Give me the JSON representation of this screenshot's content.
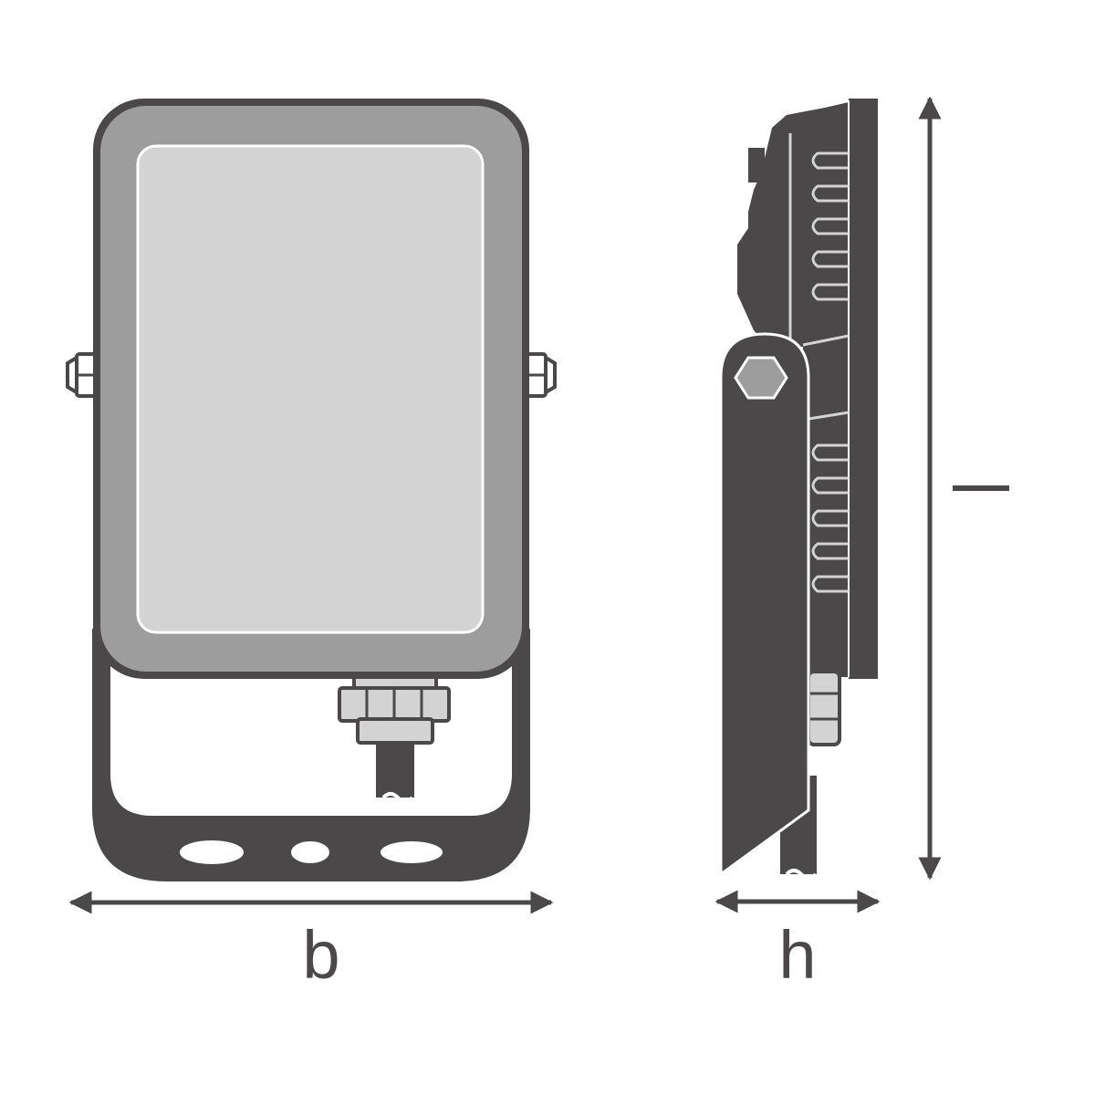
{
  "dimensions": {
    "width_label": "b",
    "height_label": "h",
    "length_label": "l"
  },
  "colors": {
    "housing": "#4a4849",
    "frame": "#9e9d9d",
    "lens": "#d3d3d3",
    "outline": "#4a4849",
    "background": "#ffffff"
  }
}
